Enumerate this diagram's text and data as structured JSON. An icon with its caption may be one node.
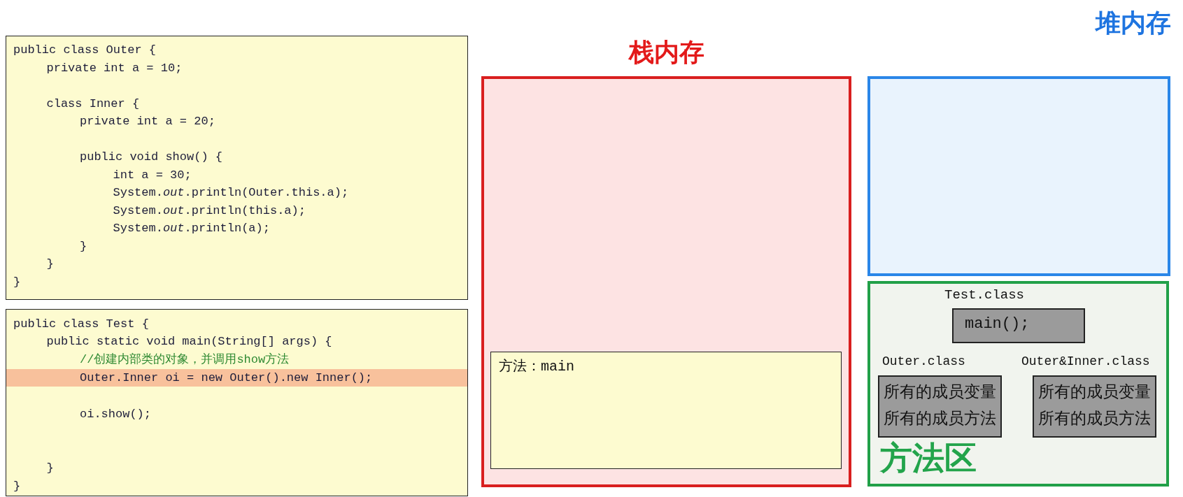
{
  "diagram": {
    "nodes": [
      {
        "text": [
          "public class Outer {",
          "private int a = 10;",
          "class Inner {",
          "private int a = 20;",
          "public void show() {",
          "int a = 30;",
          "System.*out*.println(Outer.this.a);",
          "System.*out*.println(this.a);",
          "System.*out*.println(a);",
          "}",
          "}",
          "}"
        ]
      },
      {
        "text": [
          "public class Test {",
          "public static void main(String[] args) {",
          "//创建内部类的对象，并调用show方法",
          "Outer.Inner oi = new Outer().new Inner();",
          "oi.show();",
          "}",
          "}"
        ]
      },
      {
        "text": [
          "栈内存"
        ]
      },
      {
        "text": [
          "方法：main"
        ],
        "in": 2
      },
      {
        "text": [
          "堆内存"
        ]
      },
      {
        "text": [
          "方法区"
        ]
      },
      {
        "text": [
          "Test.class",
          "main();"
        ],
        "in": 5
      },
      {
        "text": [
          "Outer.class",
          "所有的成员变量",
          "所有的成员方法"
        ],
        "in": 5
      },
      {
        "text": [
          "Outer&Inner.class",
          "所有的成员变量",
          "所有的成员方法"
        ],
        "in": 5
      }
    ]
  }
}
